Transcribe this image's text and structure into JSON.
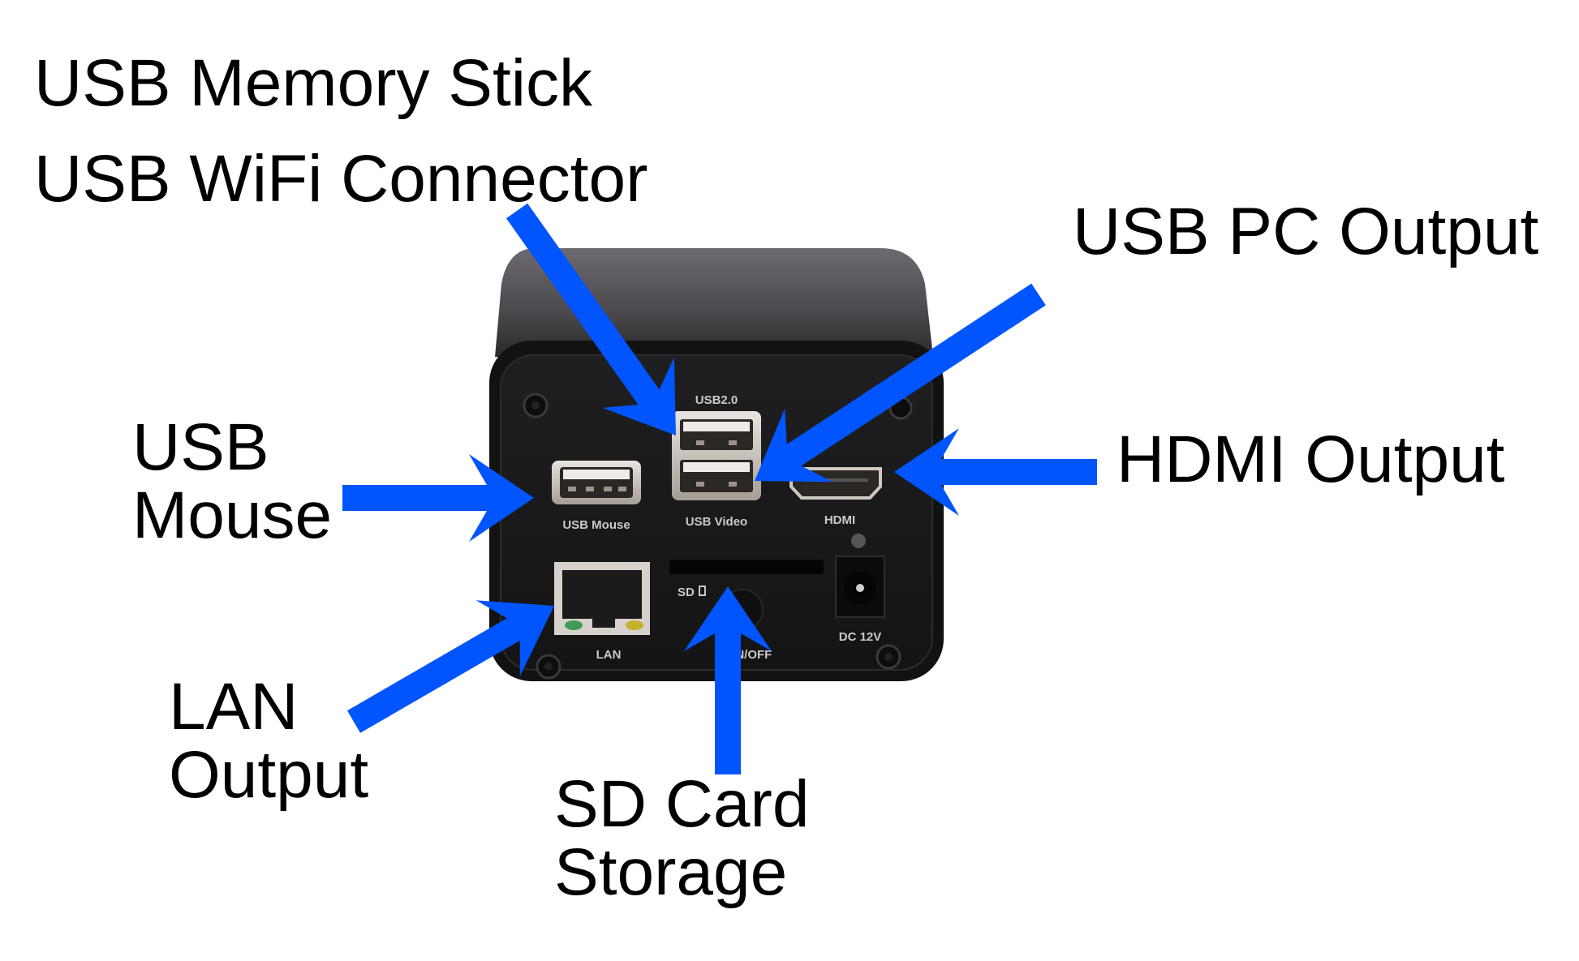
{
  "diagram": {
    "title": "Camera rear panel connections",
    "colors": {
      "arrow": "#0055ff",
      "body": "#1a1a1b",
      "body_top": "#5a585d",
      "text": "#000000",
      "port_text": "#c9c9c9"
    },
    "callouts": {
      "usb_memory": {
        "lines": [
          "USB Memory Stick",
          "USB WiFi Connector"
        ]
      },
      "usb_pc": {
        "lines": [
          "USB PC Output"
        ]
      },
      "hdmi": {
        "lines": [
          "HDMI Output"
        ]
      },
      "usb_mouse": {
        "lines": [
          "USB",
          "Mouse"
        ]
      },
      "lan": {
        "lines": [
          "LAN",
          "Output"
        ]
      },
      "sd_card": {
        "lines": [
          "SD Card",
          "Storage"
        ]
      }
    },
    "panel_labels": {
      "usb20": "USB2.0",
      "usb_mouse": "USB Mouse",
      "usb_video": "USB Video",
      "hdmi": "HDMI",
      "sd": "SD",
      "lan": "LAN",
      "on_off": "ON/OFF",
      "dc": "DC 12V"
    }
  }
}
